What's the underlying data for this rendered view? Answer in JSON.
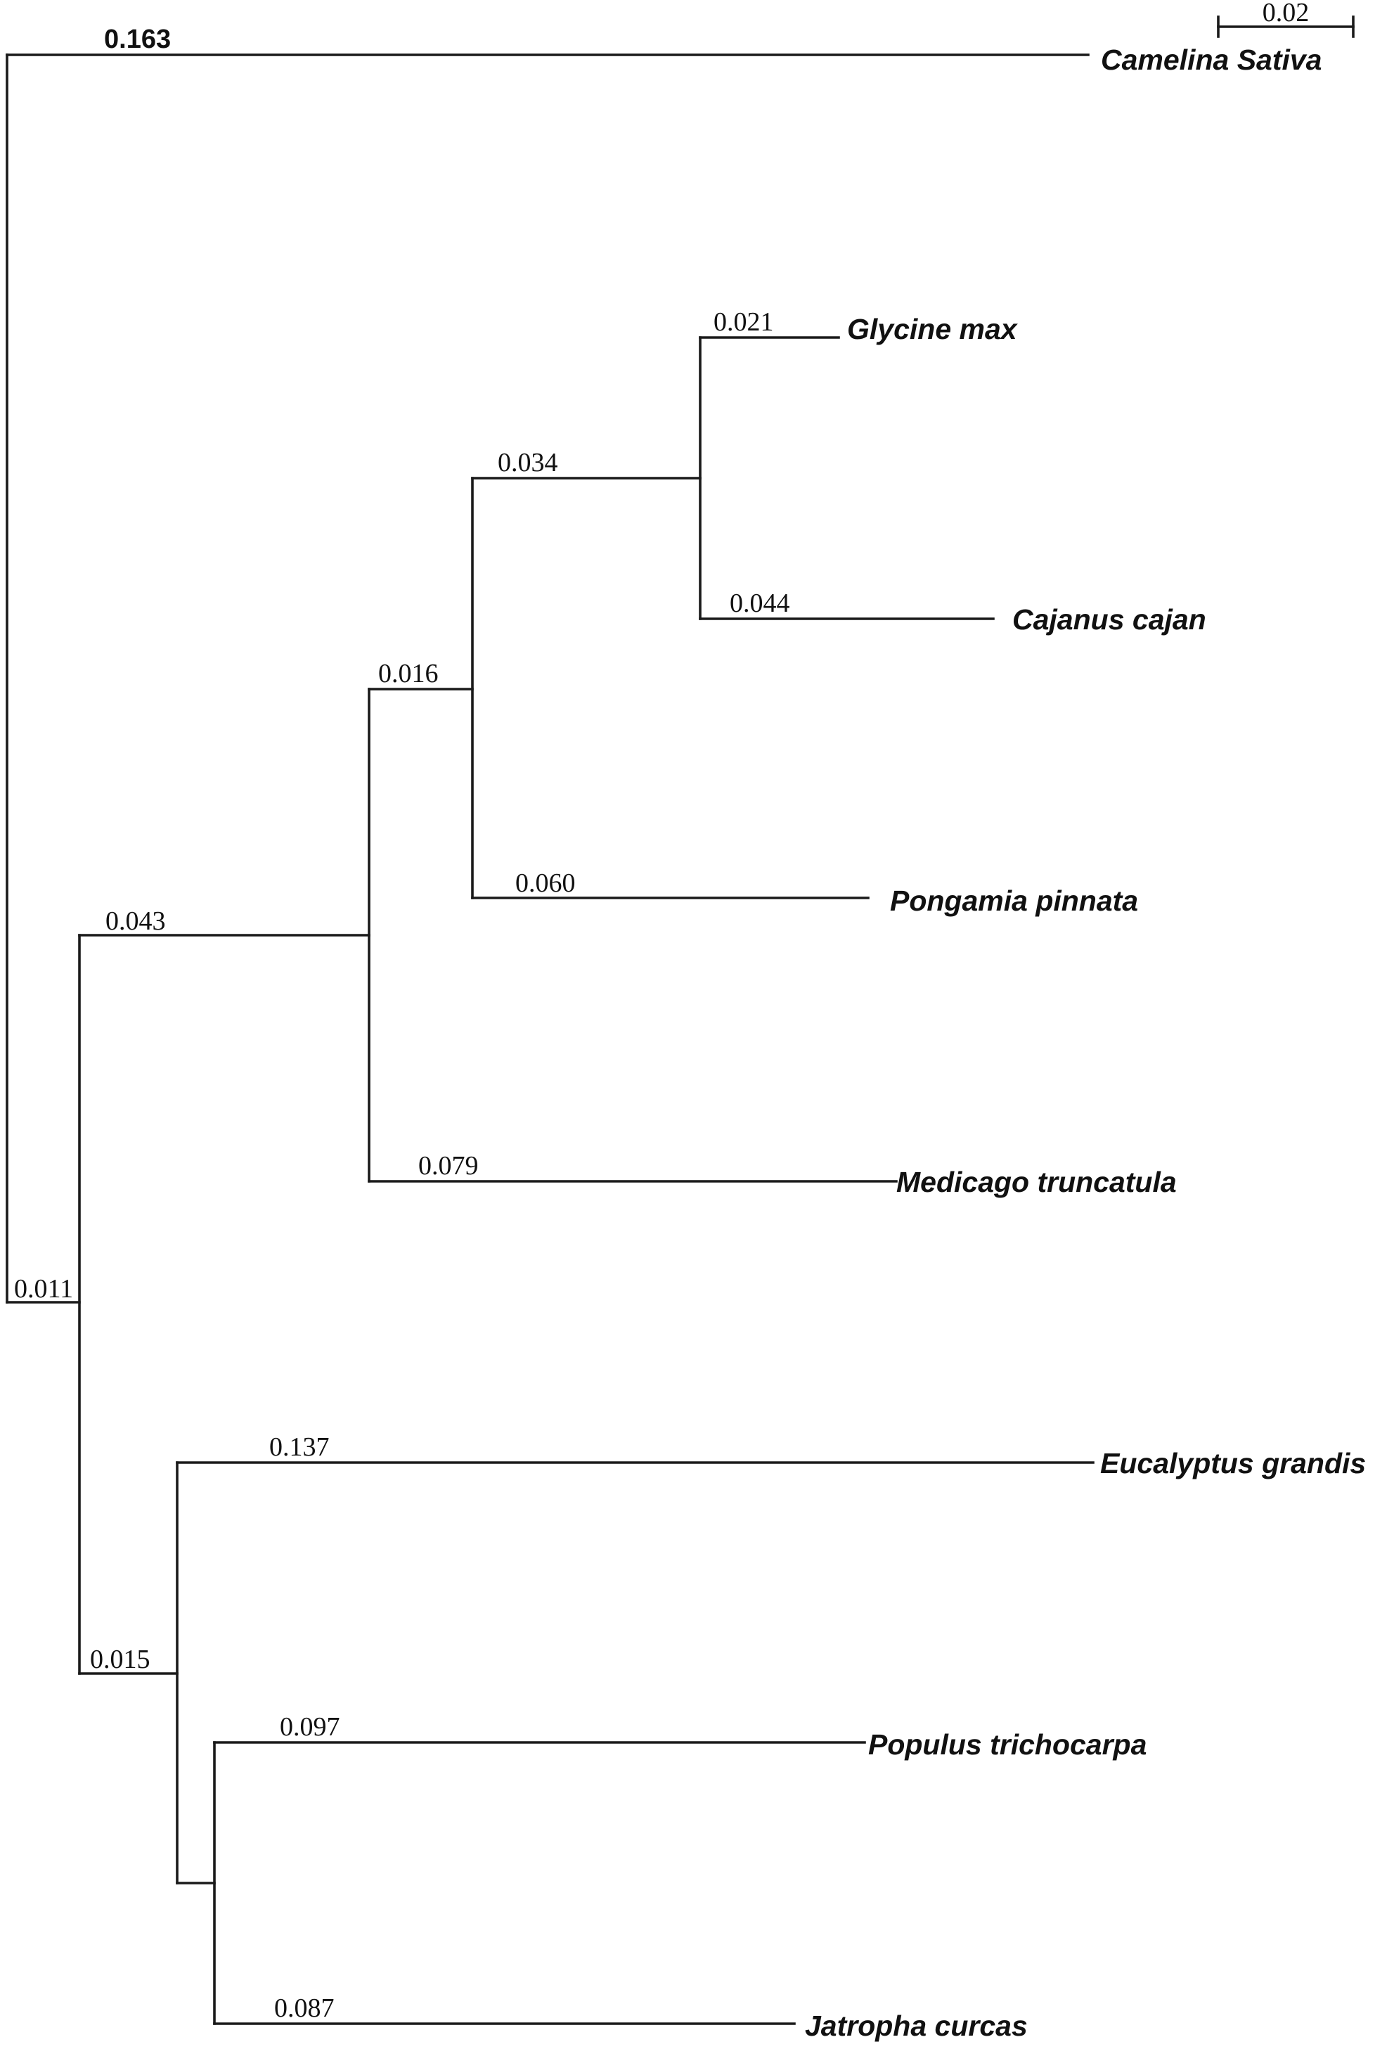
{
  "tree": {
    "scale_bar": {
      "label": "0.02"
    },
    "root_branch_label": "0.011",
    "taxa": [
      {
        "id": "camelina",
        "name": "Camelina Sativa",
        "branch_length": "0.163"
      },
      {
        "id": "glycine",
        "name": "Glycine max",
        "branch_length": "0.021"
      },
      {
        "id": "cajanus",
        "name": "Cajanus cajan",
        "branch_length": "0.044"
      },
      {
        "id": "pongamia",
        "name": "Pongamia pinnata",
        "branch_length": "0.060"
      },
      {
        "id": "medicago",
        "name": "Medicago truncatula",
        "branch_length": "0.079"
      },
      {
        "id": "eucalyptus",
        "name": "Eucalyptus grandis",
        "branch_length": "0.137"
      },
      {
        "id": "populus",
        "name": "Populus trichocarpa",
        "branch_length": "0.097"
      },
      {
        "id": "jatropha",
        "name": "Jatropha curcas",
        "branch_length": "0.087"
      }
    ],
    "internal_nodes": [
      {
        "id": "glycine-cajanus",
        "branch_length": "0.034"
      },
      {
        "id": "glycine-cajanus-pongamia",
        "branch_length": "0.016"
      },
      {
        "id": "legumes",
        "branch_length": "0.043"
      },
      {
        "id": "populus-jatropha-eucalyptus",
        "branch_length": "0.015"
      }
    ]
  }
}
